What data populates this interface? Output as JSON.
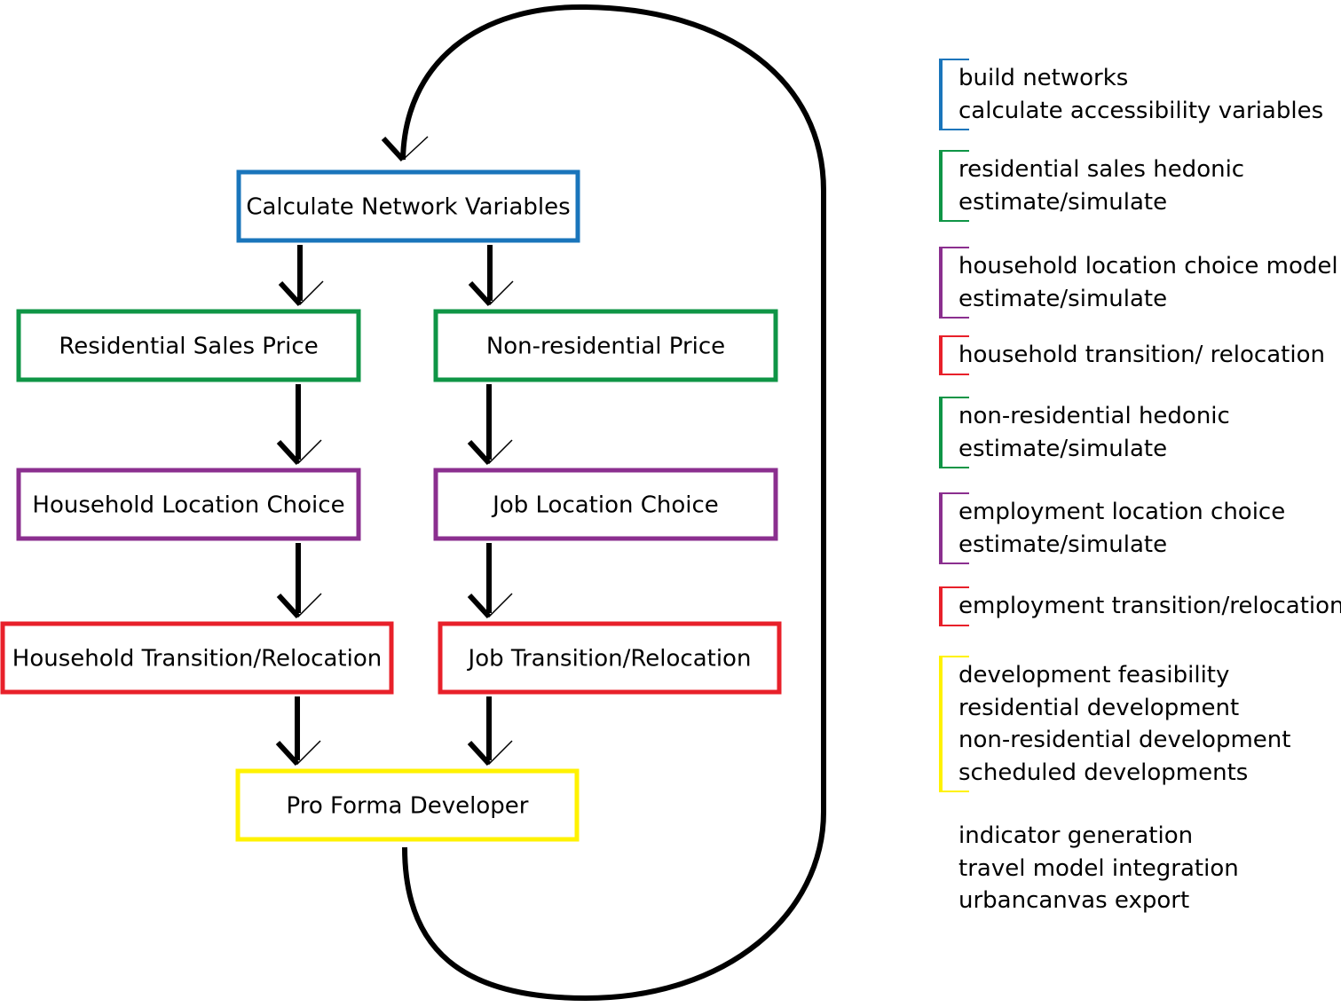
{
  "diagram": {
    "nodes": [
      {
        "id": "calc-network",
        "label": "Calculate Network Variables",
        "color": "#1a75bb"
      },
      {
        "id": "res-sales",
        "label": "Residential Sales Price",
        "color": "#0f9546"
      },
      {
        "id": "nonres-price",
        "label": "Non-residential Price",
        "color": "#0f9546"
      },
      {
        "id": "hh-loc",
        "label": "Household Location Choice",
        "color": "#8b2f8f"
      },
      {
        "id": "job-loc",
        "label": "Job Location Choice",
        "color": "#8b2f8f"
      },
      {
        "id": "hh-trans",
        "label": "Household Transition/Relocation",
        "color": "#e8202a"
      },
      {
        "id": "job-trans",
        "label": "Job Transition/Relocation",
        "color": "#e8202a"
      },
      {
        "id": "proforma",
        "label": "Pro Forma Developer",
        "color": "#fff200"
      }
    ],
    "edges": [
      [
        "calc-network",
        "res-sales"
      ],
      [
        "calc-network",
        "nonres-price"
      ],
      [
        "res-sales",
        "hh-loc"
      ],
      [
        "nonres-price",
        "job-loc"
      ],
      [
        "hh-loc",
        "hh-trans"
      ],
      [
        "job-loc",
        "job-trans"
      ],
      [
        "hh-trans",
        "proforma"
      ],
      [
        "job-trans",
        "proforma"
      ],
      [
        "proforma",
        "calc-network"
      ]
    ]
  },
  "legend": [
    {
      "color": "#1a75bb",
      "lines": [
        "build networks",
        "calculate accessibility variables"
      ]
    },
    {
      "color": "#0f9546",
      "lines": [
        "residential sales hedonic",
        "estimate/simulate"
      ]
    },
    {
      "color": "#8b2f8f",
      "lines": [
        "household location choice model",
        "estimate/simulate"
      ]
    },
    {
      "color": "#e8202a",
      "lines": [
        "household transition/ relocation"
      ]
    },
    {
      "color": "#0f9546",
      "lines": [
        "non-residential hedonic",
        "estimate/simulate"
      ]
    },
    {
      "color": "#8b2f8f",
      "lines": [
        "employment location choice",
        "estimate/simulate"
      ]
    },
    {
      "color": "#e8202a",
      "lines": [
        "employment transition/relocation"
      ]
    },
    {
      "color": "#fff200",
      "lines": [
        "development feasibility",
        "residential development",
        "non-residential development",
        "scheduled developments"
      ]
    },
    {
      "color": "",
      "lines": [
        "indicator generation",
        "travel model integration",
        "urbancanvas export"
      ]
    }
  ]
}
